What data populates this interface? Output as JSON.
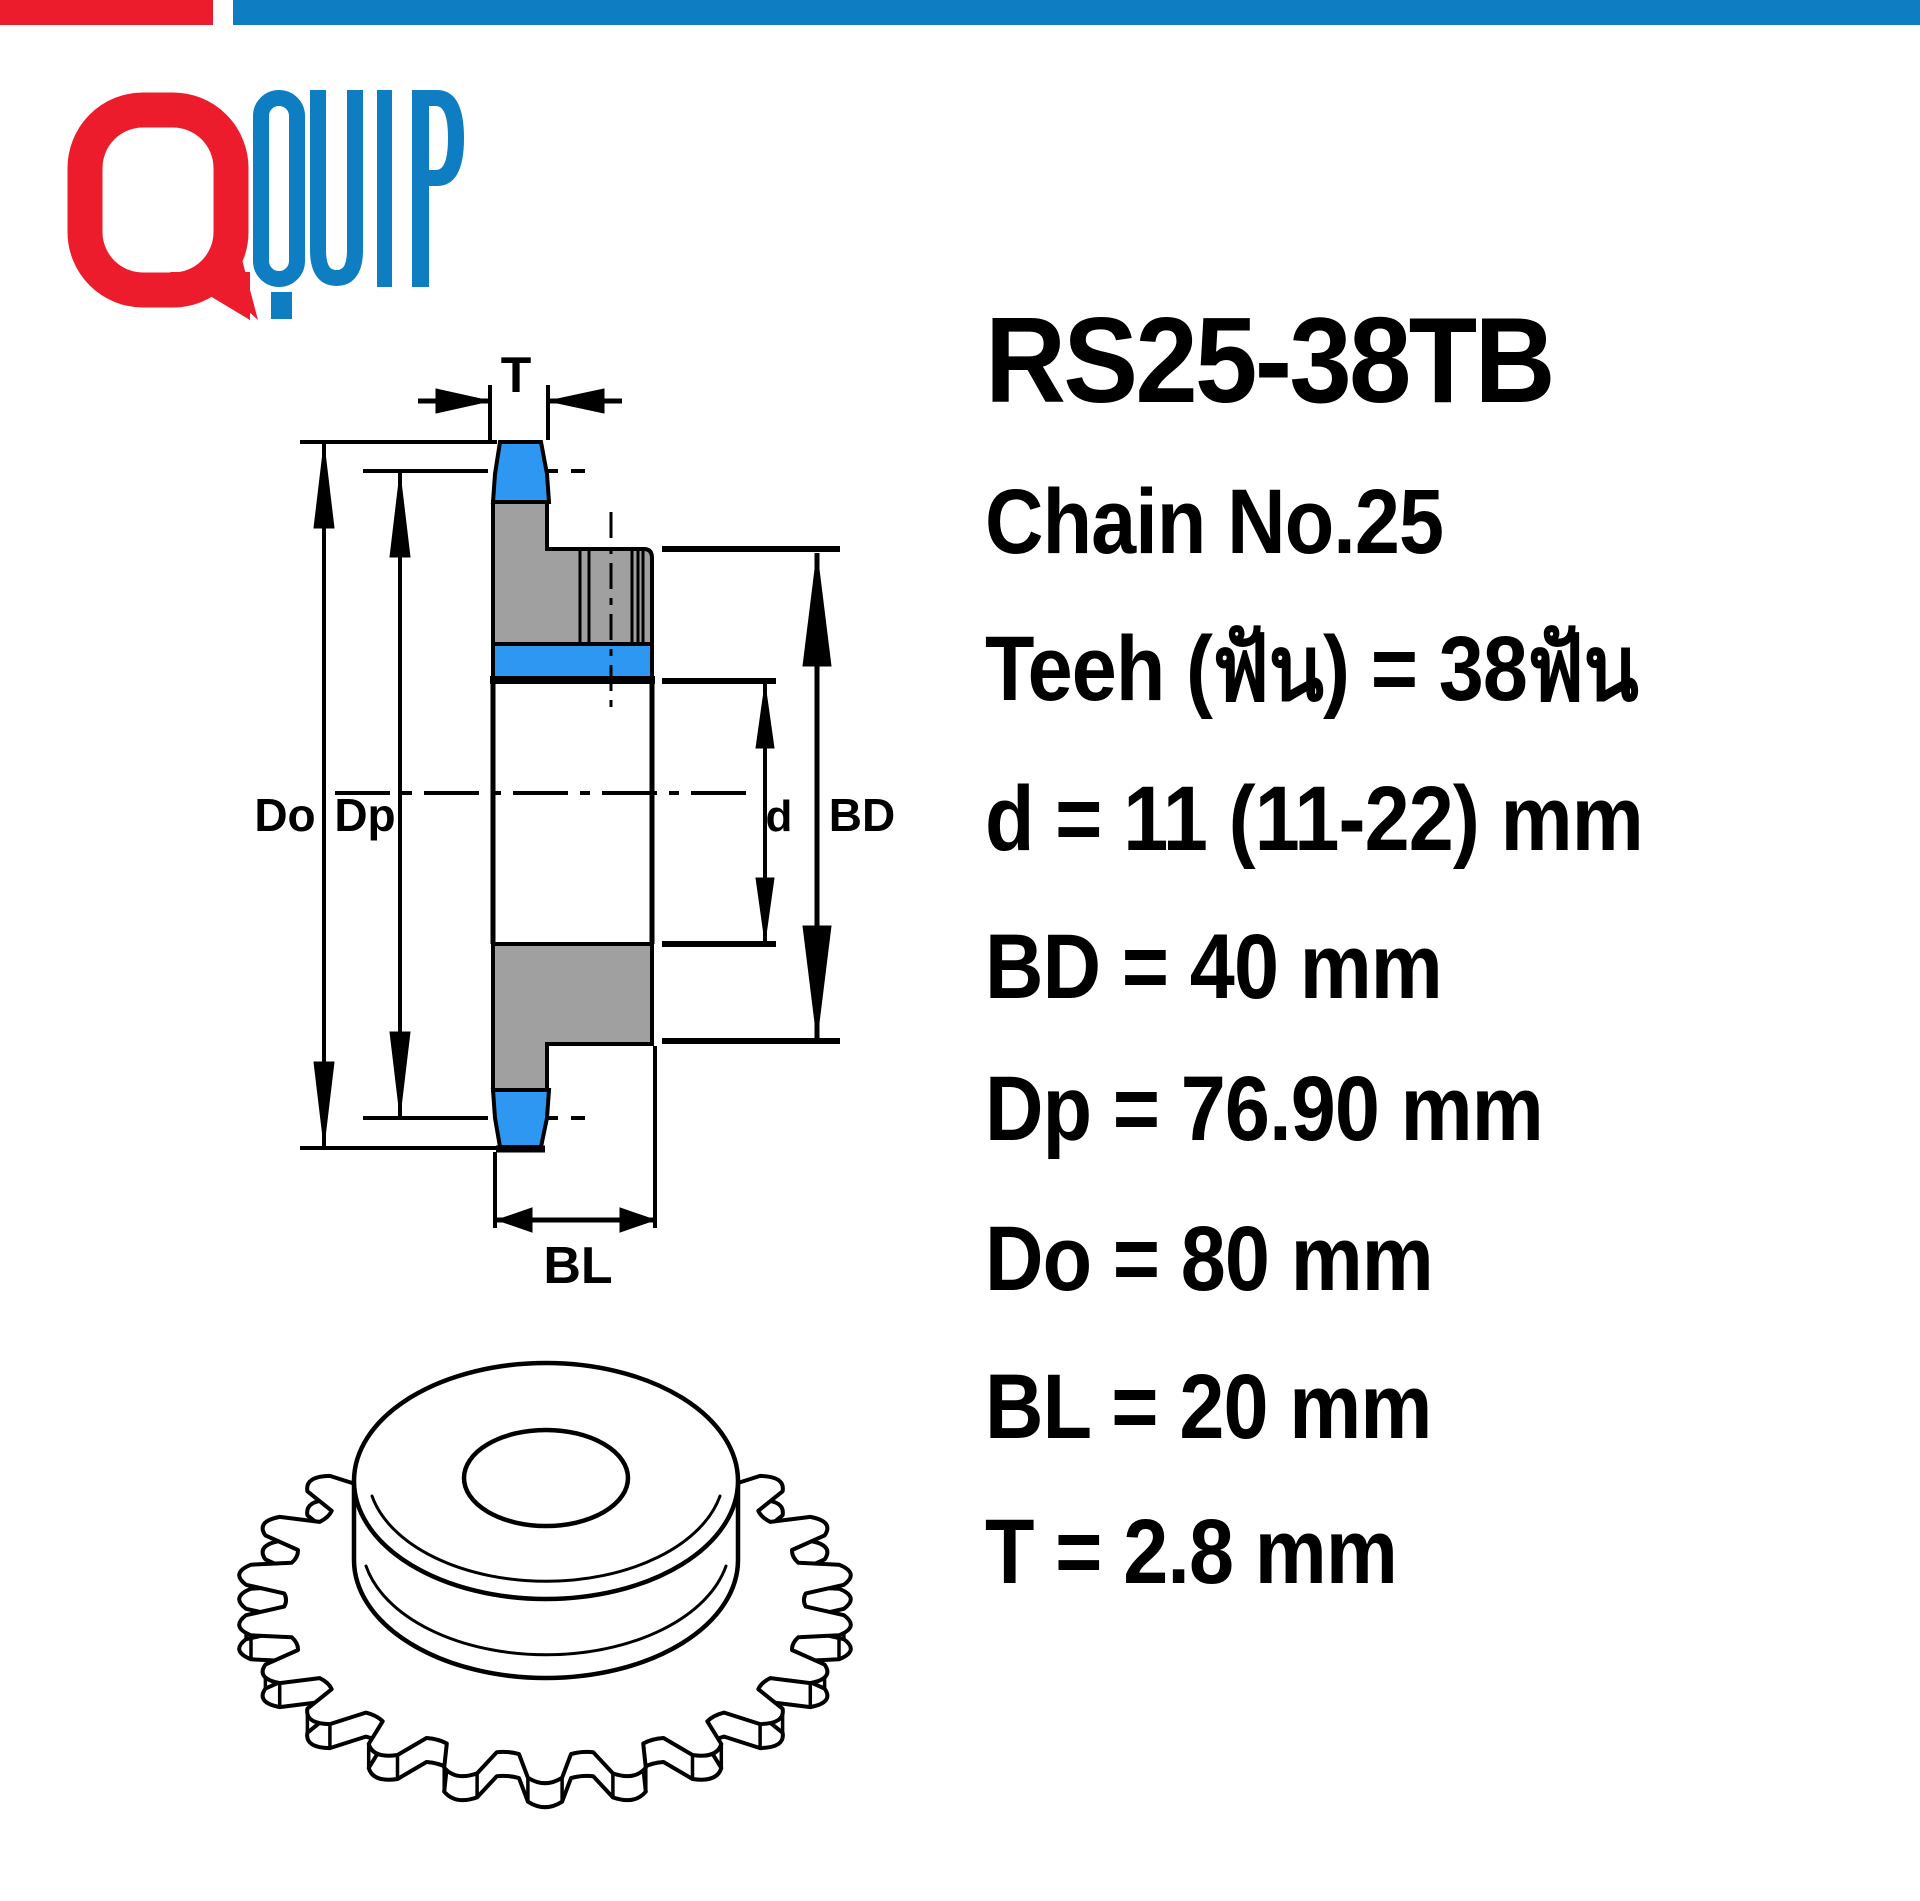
{
  "header": {
    "red_bar_color": "#EC1C2C",
    "blue_bar_color": "#0E7DC2"
  },
  "logo": {
    "brand": "QUIP",
    "red": "#EC1C2C",
    "blue": "#0E7DC2"
  },
  "product": {
    "title": "RS25-38TB",
    "specs": [
      {
        "text": "Chain No.25"
      },
      {
        "text": "Teeh (ฟัน) = 38ฟัน"
      },
      {
        "text": "d = 11 (11-22) mm"
      },
      {
        "text": "BD = 40 mm"
      },
      {
        "text": "Dp = 76.90 mm"
      },
      {
        "text": "Do = 80 mm"
      },
      {
        "text": "BL = 20 mm"
      },
      {
        "text": "T = 2.8 mm"
      }
    ]
  },
  "diagram": {
    "dimension_labels": {
      "tooth_thickness": "T",
      "outer_diameter": "Do",
      "pitch_diameter": "Dp",
      "bore_diameter": "d",
      "hub_diameter": "BD",
      "hub_length": "BL"
    },
    "colors": {
      "highlight_blue": "#2E97F2",
      "body_gray": "#A0A0A0",
      "line_black": "#000000"
    }
  }
}
